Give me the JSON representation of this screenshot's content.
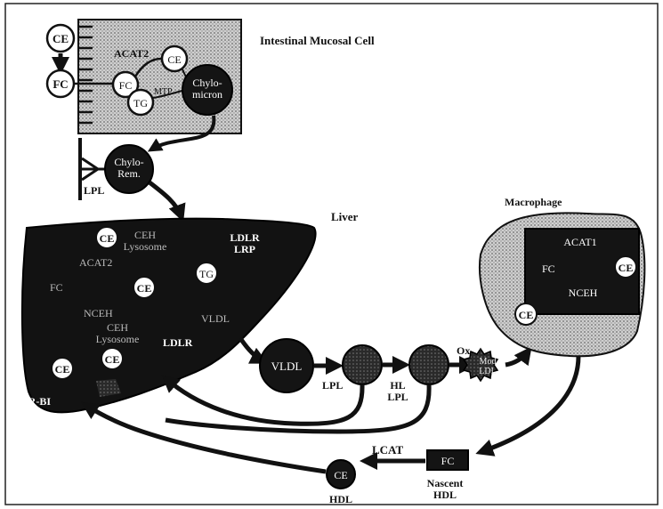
{
  "intestinal_cell": {
    "title": "Intestinal Mucosal Cell",
    "ce_outside": "CE",
    "fc_outside": "FC",
    "acat2": "ACAT2",
    "fc_inside": "FC",
    "ce_inside": "CE",
    "tg": "TG",
    "mtp": "MTP",
    "chylomicron": "Chylo-\nmicron"
  },
  "remnant": {
    "label": "Chylo-\nRem.",
    "lpl": "LPL"
  },
  "liver": {
    "title": "Liver",
    "ce_top": "CE",
    "ceh_lysosome_top": "CEH\nLysosome",
    "ldlr_lrp": "LDLR\nLRP",
    "acat2": "ACAT2",
    "tg": "TG",
    "fc": "FC",
    "ce_middle": "CE",
    "nceh": "NCEH",
    "ceh_lysosome_bottom": "CEH\nLysosome",
    "vldl": "VLDL",
    "ldlr": "LDLR",
    "ce_bottom_left": "CE",
    "ce_bottom": "CE",
    "srbi": "SR-BI"
  },
  "pathway": {
    "vldl": "VLDL",
    "lpl": "LPL",
    "hl_lpl": "HL\nLPL",
    "ox": "Ox.",
    "mod_ldl": "Mod\nLDL"
  },
  "macrophage": {
    "title": "Macrophage",
    "acat1": "ACAT1",
    "fc": "FC",
    "ce_right": "CE",
    "nceh": "NCEH",
    "ce_left": "CE"
  },
  "hdl": {
    "ce": "CE",
    "hdl": "HDL",
    "lcat": "LCAT",
    "fc": "FC",
    "nascent_hdl": "Nascent\nHDL"
  },
  "colors": {
    "ink": "#111111",
    "paper": "#ffffff",
    "stipple": "#bdbdbd"
  }
}
